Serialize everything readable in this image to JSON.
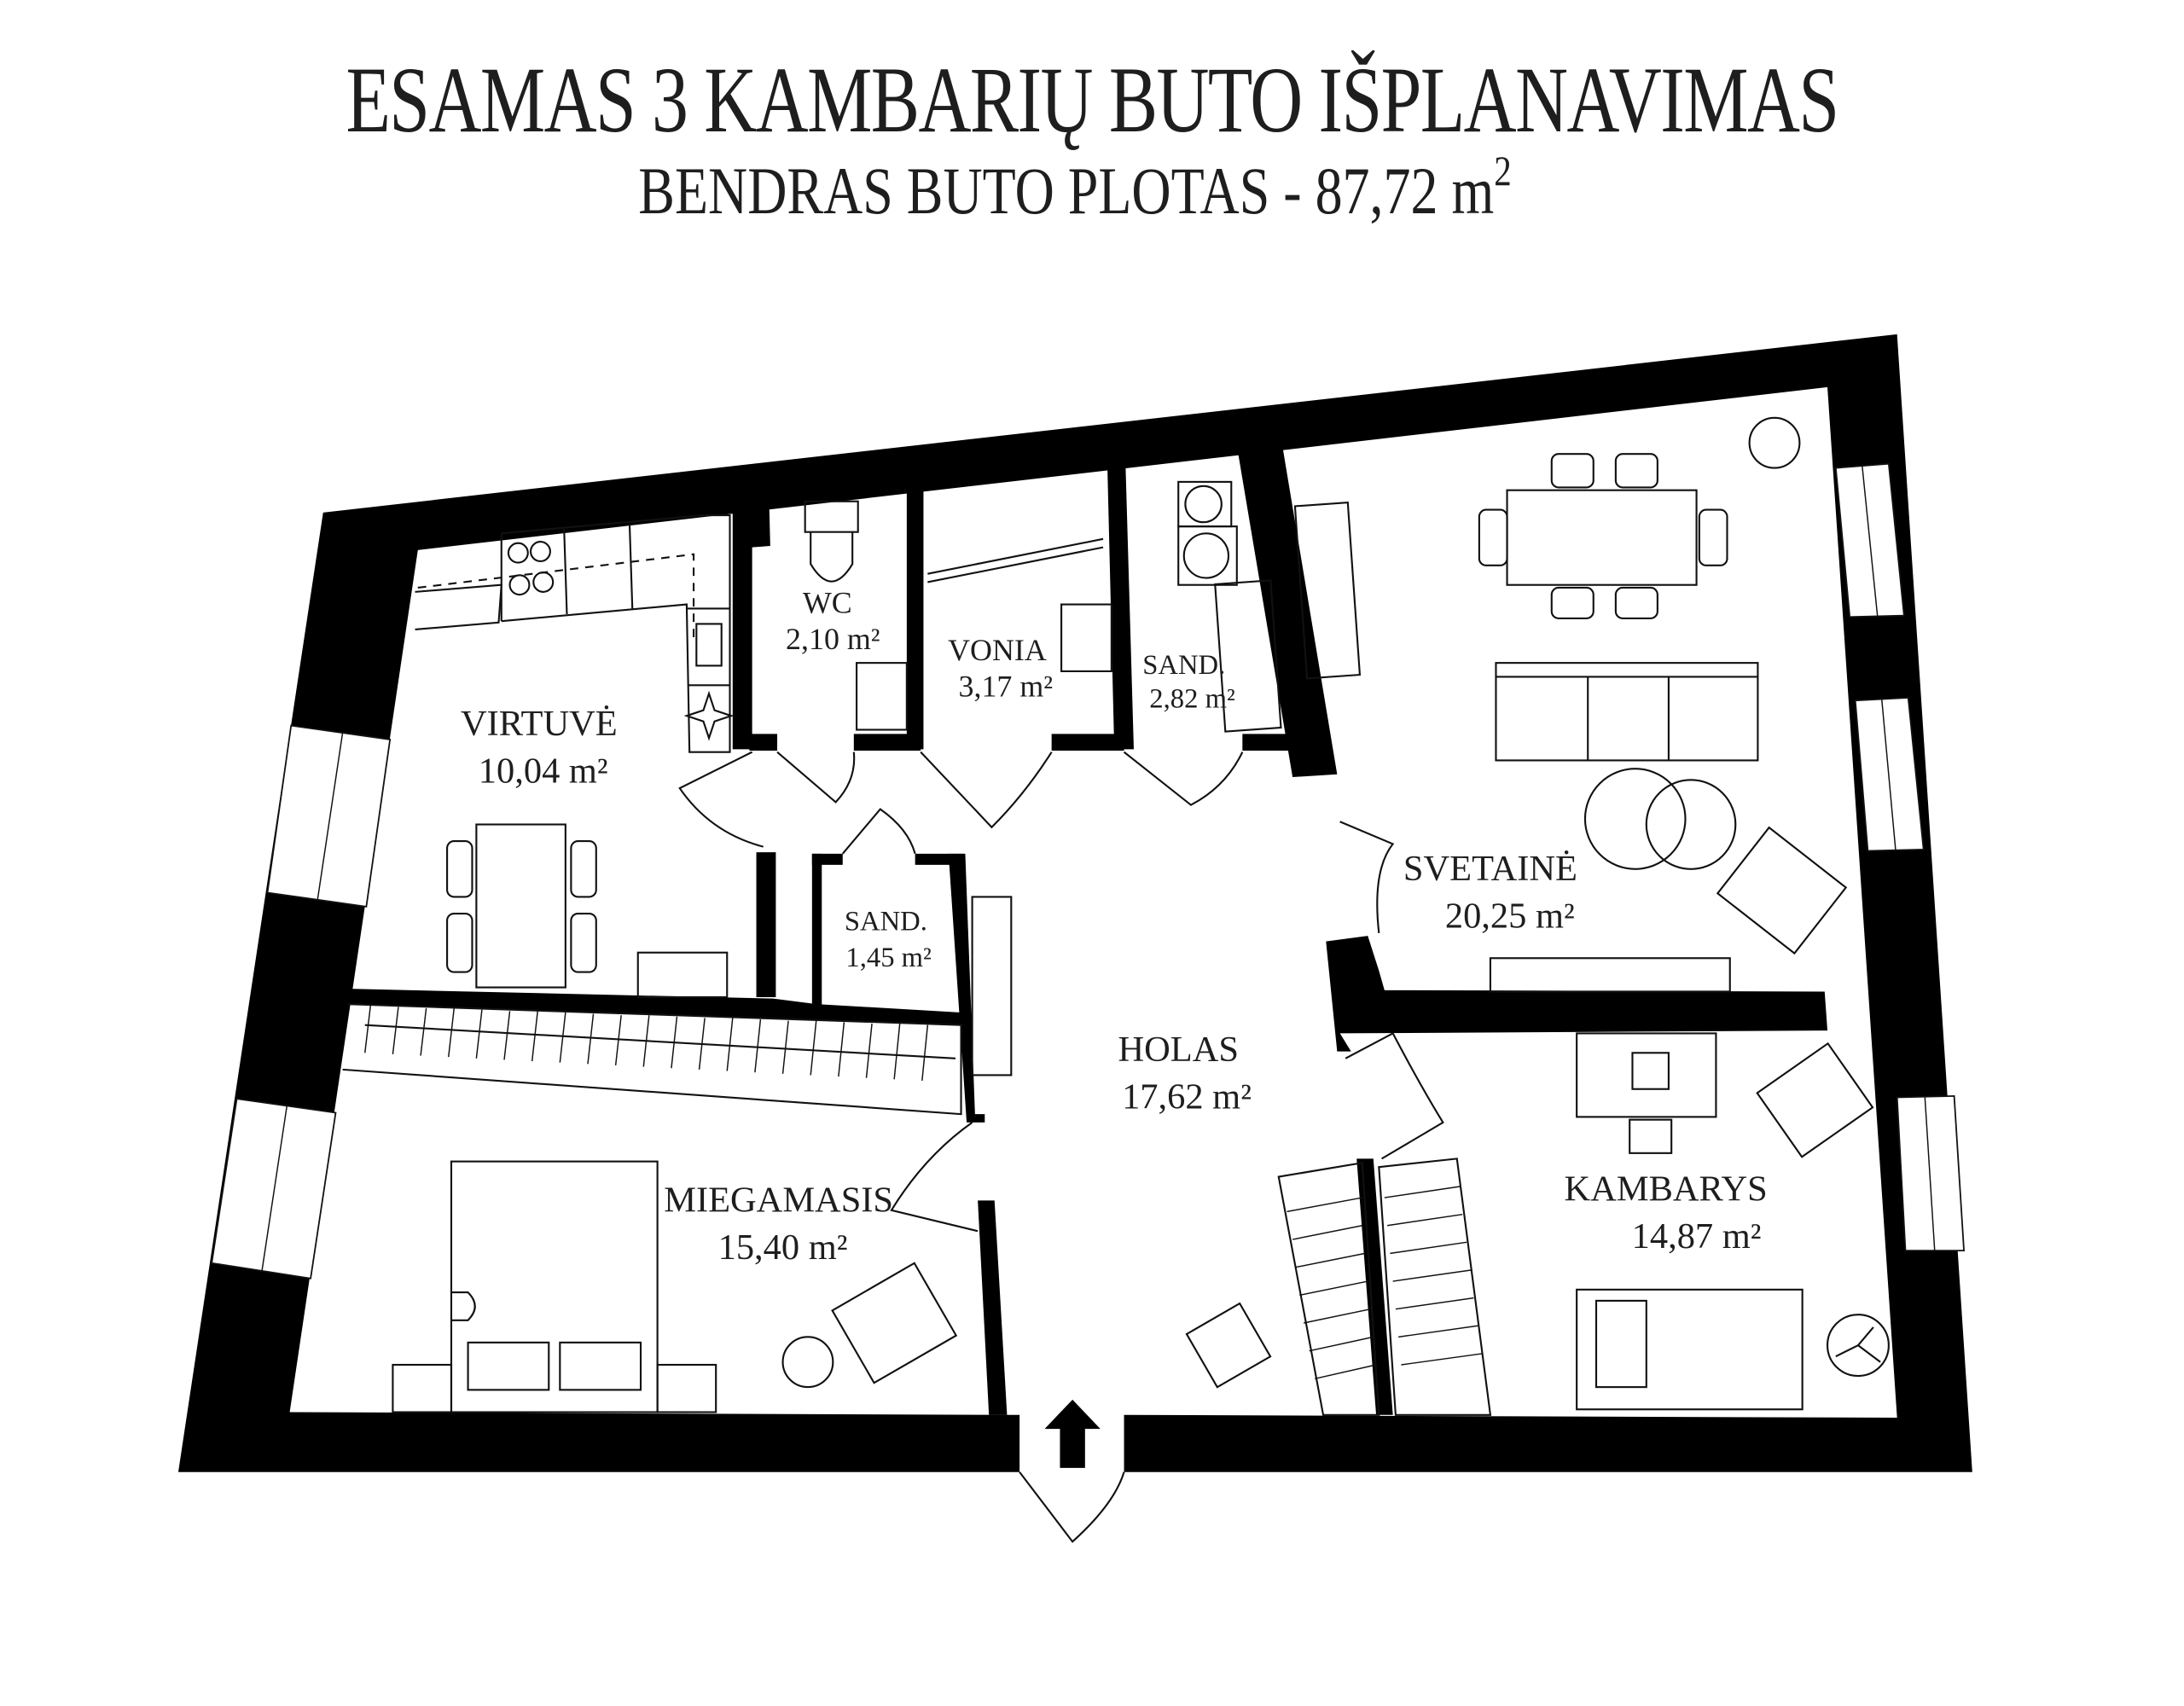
{
  "header": {
    "title": "ESAMAS 3 KAMBARIŲ BUTO IŠPLANAVIMAS",
    "subtitle_prefix": "BENDRAS BUTO PLOTAS - 87,72 m",
    "subtitle_sup": "2"
  },
  "total_area": "87,72 m²",
  "rooms": [
    {
      "id": "virtuve",
      "name": "VIRTUVĖ",
      "area": "10,04 m²"
    },
    {
      "id": "wc",
      "name": "WC",
      "area": "2,10 m²"
    },
    {
      "id": "vonia",
      "name": "VONIA",
      "area": "3,17 m²"
    },
    {
      "id": "sand1",
      "name": "SAND.",
      "area": "2,82 m²"
    },
    {
      "id": "svetaine",
      "name": "SVETAINĖ",
      "area": "20,25 m²"
    },
    {
      "id": "sand2",
      "name": "SAND.",
      "area": "1,45 m²"
    },
    {
      "id": "holas",
      "name": "HOLAS",
      "area": "17,62 m²"
    },
    {
      "id": "miegamasis",
      "name": "MIEGAMASIS",
      "area": "15,40 m²"
    },
    {
      "id": "kambarys",
      "name": "KAMBARYS",
      "area": "14,87 m²"
    }
  ],
  "symbols": {
    "entry": "entry-arrow-icon",
    "walls_color": "#000000",
    "background": "#ffffff"
  }
}
